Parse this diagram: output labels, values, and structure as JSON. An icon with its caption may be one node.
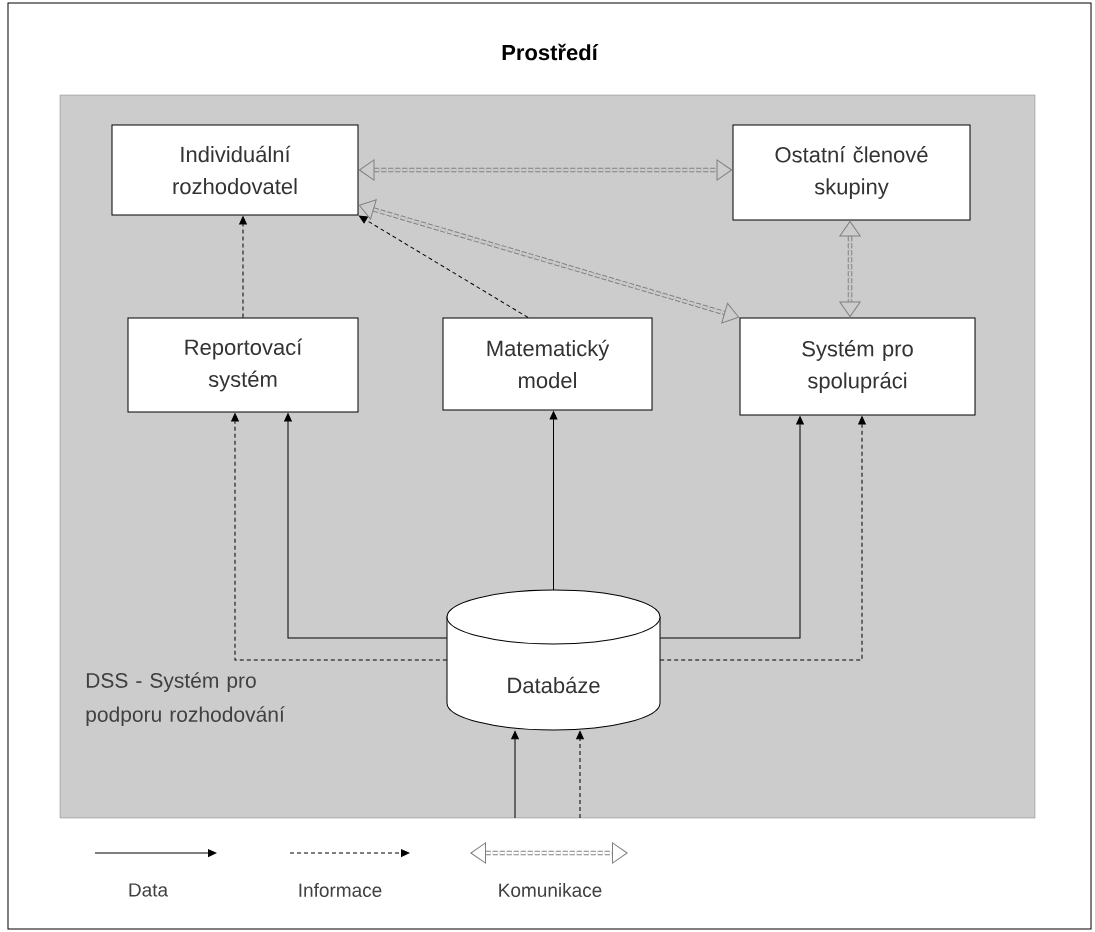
{
  "diagram": {
    "nodes": [
      {
        "text": [
          "Prostředí"
        ]
      },
      {
        "text": [
          "DSS - Systém pro podporu rozhodování"
        ],
        "in": 0
      },
      {
        "text": [
          "Individuální rozhodovatel"
        ],
        "in": 1
      },
      {
        "text": [
          "Ostatní členové skupiny"
        ],
        "in": 1
      },
      {
        "text": [
          "Reportovací systém"
        ],
        "in": 1
      },
      {
        "text": [
          "Matematický model"
        ],
        "in": 1
      },
      {
        "text": [
          "Systém pro spolupráci"
        ],
        "in": 1
      },
      {
        "text": [
          "Databáze"
        ],
        "in": 1
      }
    ],
    "edges": [
      {
        "from": 4,
        "to": 2,
        "arrow": "to",
        "style": "dashed"
      },
      {
        "from": 5,
        "to": 2,
        "arrow": "to",
        "style": "dashed"
      },
      {
        "from": 2,
        "to": 3,
        "arrow": "both",
        "style": "dashed",
        "color": "#808080"
      },
      {
        "from": 2,
        "to": 6,
        "arrow": "both",
        "style": "dashed",
        "color": "#808080"
      },
      {
        "from": 3,
        "to": 6,
        "arrow": "both",
        "style": "dashed",
        "color": "#808080"
      },
      {
        "from": 7,
        "to": 4,
        "arrow": "to"
      },
      {
        "from": 7,
        "to": 4,
        "arrow": "to",
        "style": "dashed"
      },
      {
        "from": 7,
        "to": 5,
        "arrow": "to"
      },
      {
        "from": 7,
        "to": 6,
        "arrow": "to"
      },
      {
        "from": 7,
        "to": 6,
        "arrow": "to",
        "style": "dashed"
      },
      {
        "from": null,
        "to": 7,
        "arrow": "to"
      },
      {
        "from": null,
        "to": 7,
        "arrow": "to",
        "style": "dashed"
      }
    ],
    "legend": [
      {
        "text": "Data"
      },
      {
        "text": "Informace"
      },
      {
        "text": "Komunikace"
      }
    ]
  }
}
